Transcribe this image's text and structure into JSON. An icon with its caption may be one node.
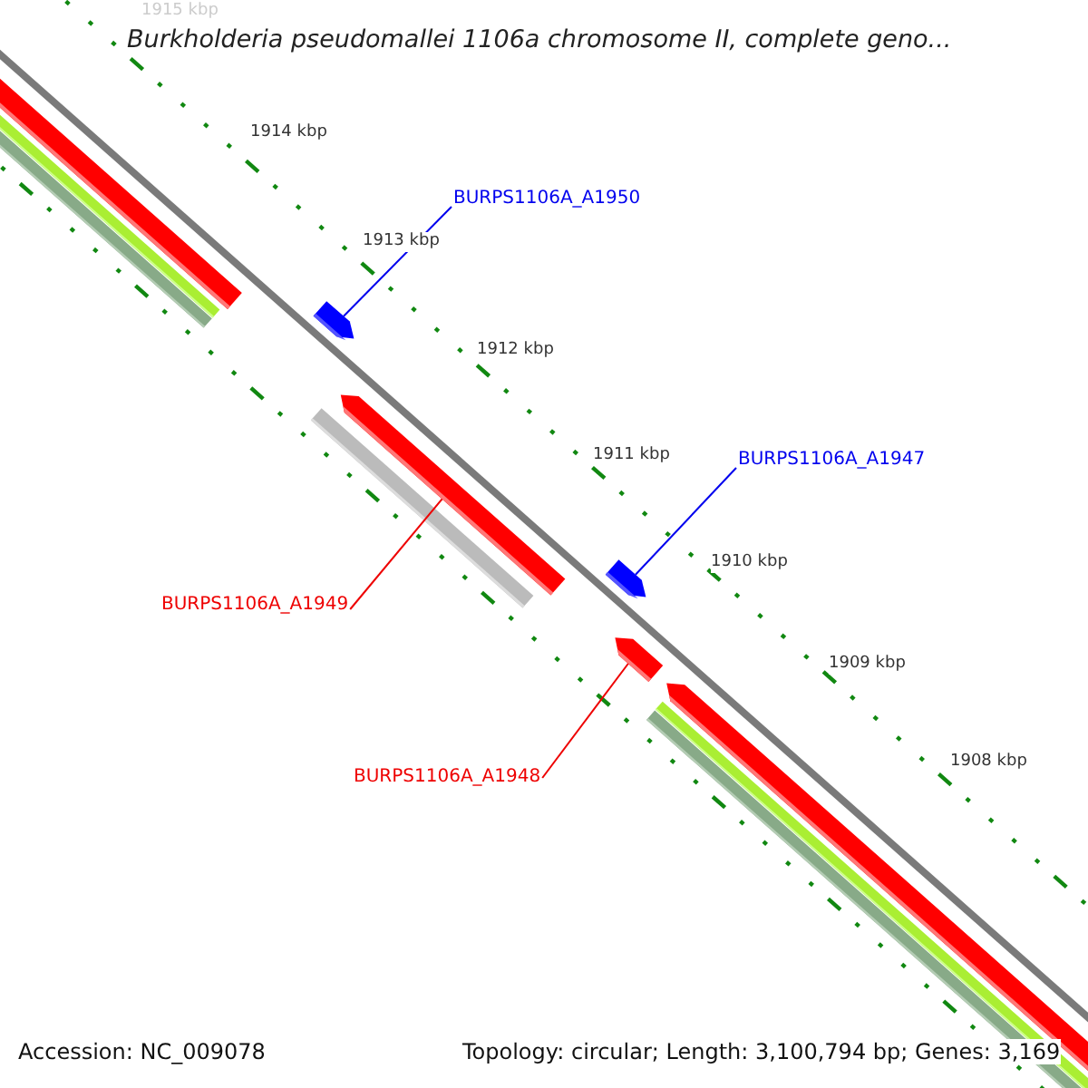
{
  "diagram": {
    "title": "Burkholderia pseudomallei 1106a chromosome II, complete geno...",
    "nodes": [
      {
        "text": [
          "BURPS1106A_A1950"
        ]
      },
      {
        "text": [
          "BURPS1106A_A1947"
        ]
      },
      {
        "text": [
          "BURPS1106A_A1949"
        ]
      },
      {
        "text": [
          "BURPS1106A_A1948"
        ]
      },
      {
        "text": [],
        "shape": "arrow"
      },
      {
        "text": [],
        "shape": "arrow"
      },
      {
        "text": [],
        "shape": "arrow"
      },
      {
        "text": [],
        "shape": "arrow"
      }
    ],
    "edges": [
      {
        "from": 0,
        "to": 4,
        "arrow": "none"
      },
      {
        "from": 1,
        "to": 5,
        "arrow": "none"
      },
      {
        "from": 2,
        "to": 6,
        "arrow": "none",
        "color": "#ee0000"
      },
      {
        "from": 3,
        "to": 7,
        "arrow": "none",
        "color": "#ee0000"
      }
    ],
    "labels": [
      "1915 kbp",
      "1914 kbp",
      "1913 kbp",
      "1912 kbp",
      "1911 kbp",
      "1910 kbp",
      "1909 kbp",
      "1908 kbp",
      "Accession: NC_009078",
      "Topology: circular; Length: 3,100,794 bp; Genes: 3,169"
    ]
  }
}
